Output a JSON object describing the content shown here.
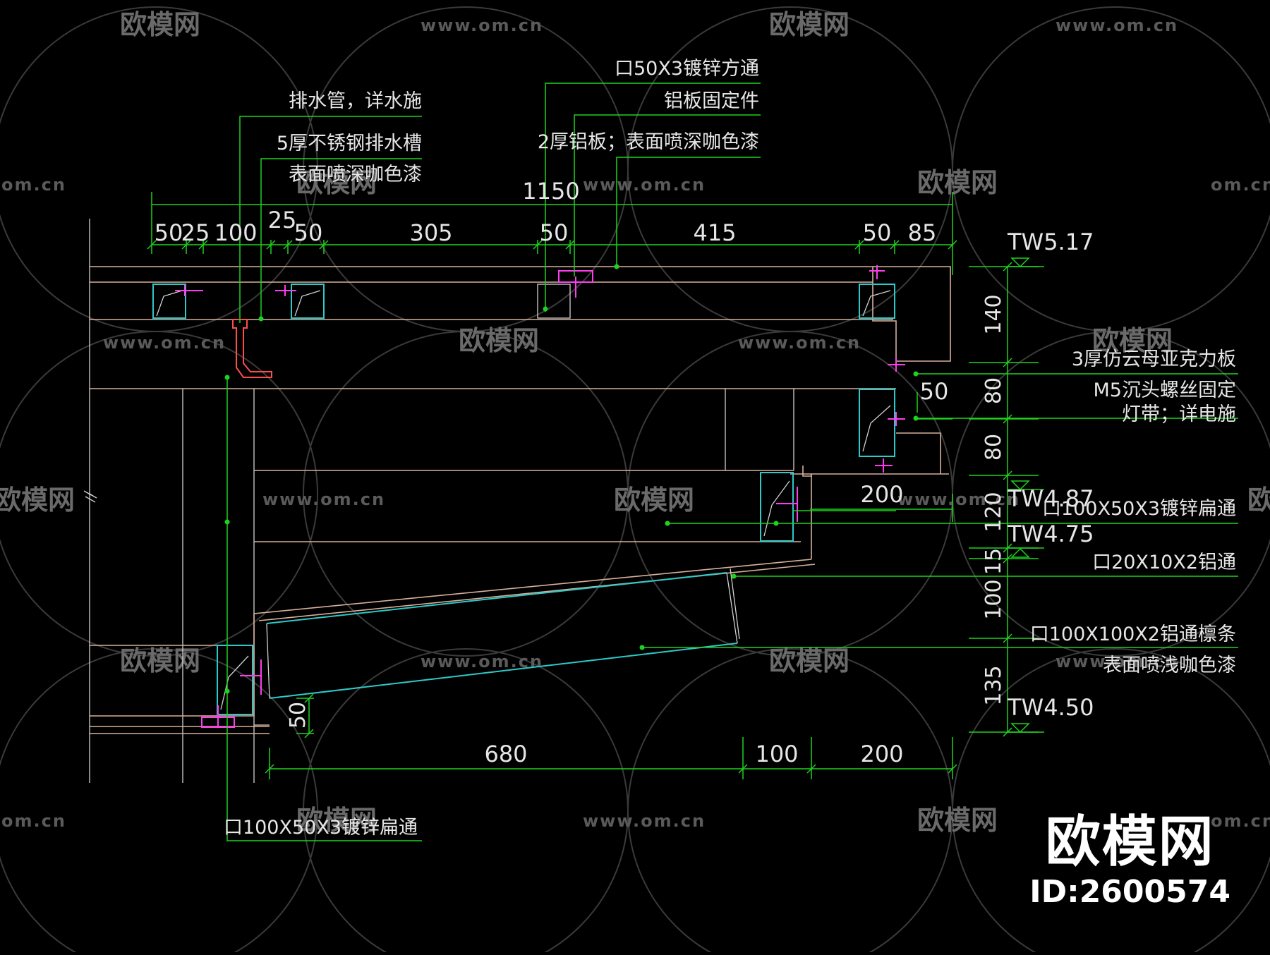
{
  "labels": {
    "drain_pipe": "排水管，详水施",
    "ss_gutter": "5厚不锈钢排水槽",
    "gutter_finish": "表面喷深咖色漆",
    "galv_tube_50": "口50X3镀锌方通",
    "al_fixing": "铝板固定件",
    "al_panel": "2厚铝板；表面喷深咖色漆",
    "acrylic": "3厚仿云母亚克力板",
    "screw": "M5沉头螺丝固定",
    "light_strip": "灯带；详电施",
    "galv_flat_right": "口100X50X3镀锌扁通",
    "al_tube_20": "口20X10X2铝通",
    "al_purlin": "口100X100X2铝通檩条",
    "purlin_finish": "表面喷浅咖色漆",
    "galv_flat_bottom": "口100X50X3镀锌扁通"
  },
  "dimensions": {
    "top_total": "1150",
    "top": [
      "50",
      "25",
      "100",
      "25",
      "50",
      "305",
      "50",
      "415",
      "50",
      "85"
    ],
    "right_vertical": [
      "140",
      "80",
      "80",
      "120",
      "15",
      "100",
      "135"
    ],
    "inner_50": "50",
    "inner_200": "200",
    "left_50": "50",
    "bottom": [
      "680",
      "100",
      "200"
    ]
  },
  "levels": [
    "TW5.17",
    "TW4.87",
    "TW4.75",
    "TW4.50"
  ],
  "watermark": {
    "brand": "欧模网",
    "url": "www.om.cn",
    "url_partial": "om.cn",
    "brand_partial": "欧模网",
    "id": "ID:2600574"
  },
  "colors": {
    "background": "#000000",
    "dimension_line": "#1ed21e",
    "structure": "#d7b09c",
    "glazing": "#2ec9c9",
    "fixings": "#ff3cf0"
  }
}
